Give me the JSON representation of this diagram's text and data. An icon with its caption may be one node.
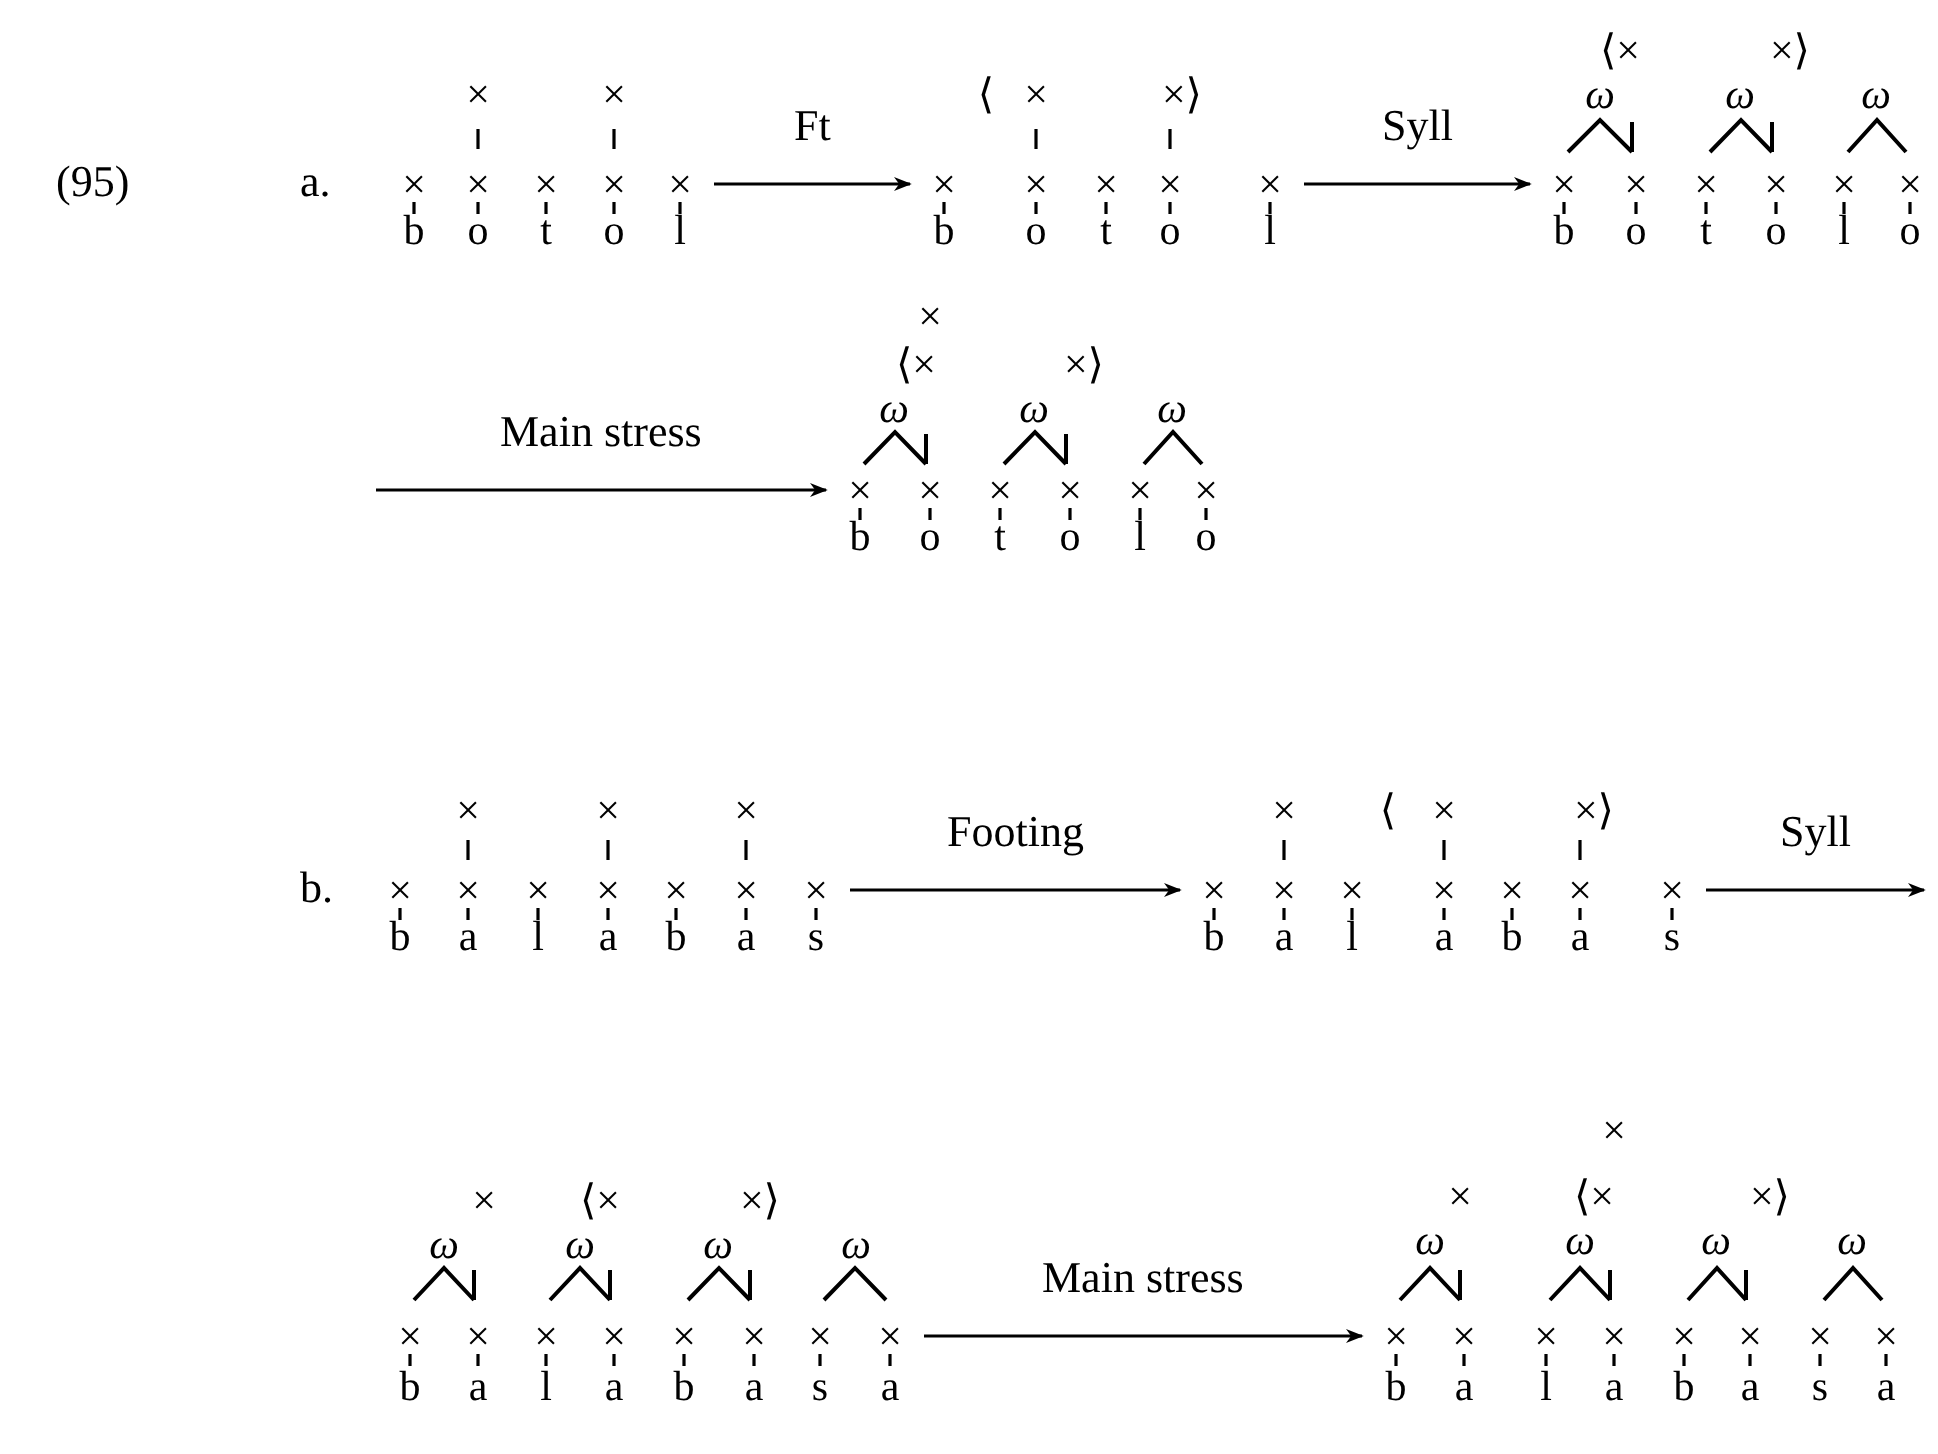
{
  "diagram": {
    "nodes": [
      {
        "text": [
          "× ×",
          "× × × × ×",
          "b o t o l"
        ]
      },
      {
        "text": [
          "⟨ × ×⟩",
          "× × × × ×",
          "b o t o l"
        ]
      },
      {
        "text": [
          "⟨× ×⟩",
          "ω ω ω",
          "× × × × × ×",
          "b o t o l o"
        ]
      },
      {
        "text": [
          "×",
          "⟨× ×⟩",
          "ω ω ω",
          "× × × × × ×",
          "b o t o l o"
        ]
      },
      {
        "text": [
          "× × ×",
          "× × × × × × ×",
          "b a l a b a s"
        ]
      },
      {
        "text": [
          "× ⟨ × ×⟩",
          "× × × × × × ×",
          "b a l a b a s"
        ]
      },
      {
        "text": [
          "× ⟨× ×⟩",
          "ω ω ω ω",
          "× × × × × × × ×",
          "b a l a b a s a"
        ]
      },
      {
        "text": [
          "×",
          "× ⟨× ×⟩",
          "ω ω ω ω",
          "× × × × × × × ×",
          "b a l a b a s a"
        ]
      }
    ],
    "edges": [
      {
        "from": 0,
        "to": 1,
        "arrow": "to",
        "label": "Ft"
      },
      {
        "from": 1,
        "to": 2,
        "arrow": "to",
        "label": "Syll"
      },
      {
        "from": null,
        "to": 3,
        "arrow": "to",
        "label": "Main stress"
      },
      {
        "from": 4,
        "to": 5,
        "arrow": "to",
        "label": "Footing"
      },
      {
        "from": 5,
        "to": null,
        "arrow": "to",
        "label": "Syll"
      },
      {
        "from": 6,
        "to": 7,
        "arrow": "to",
        "label": "Main stress"
      }
    ],
    "labels": [
      "(95)",
      "a.",
      "b."
    ]
  }
}
